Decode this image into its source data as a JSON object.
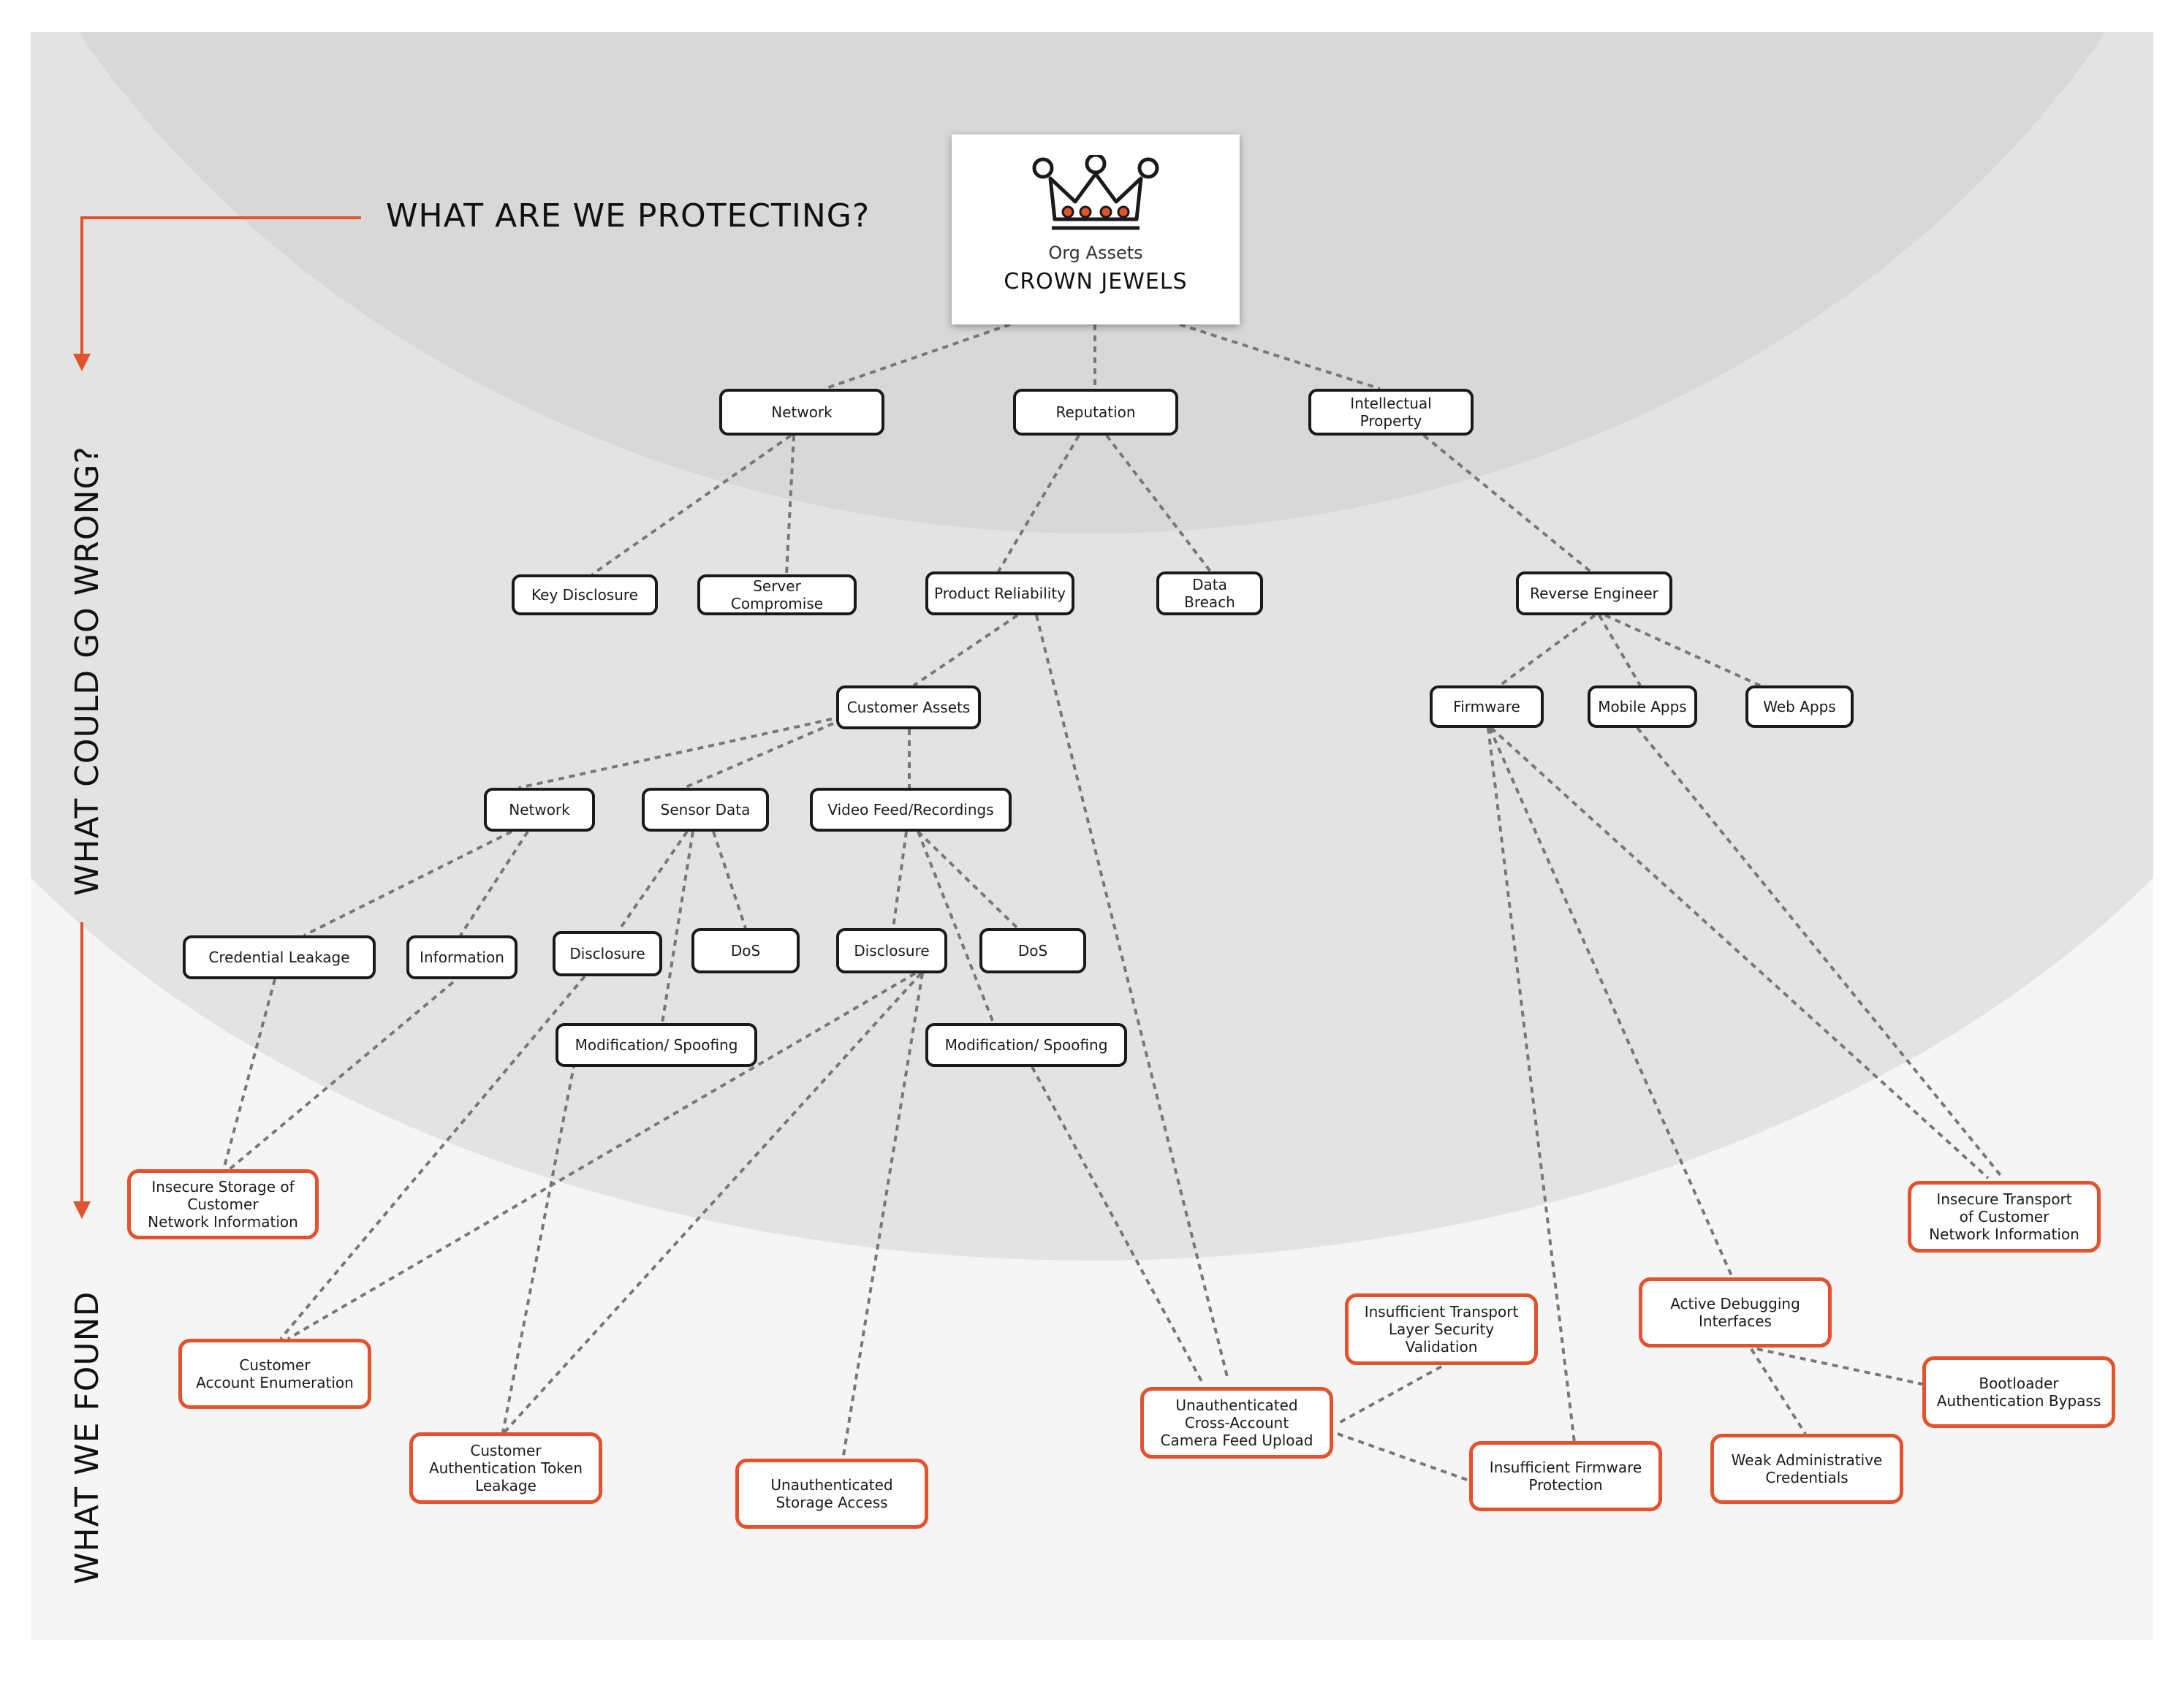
{
  "colors": {
    "band_outer": "#d8d8d8",
    "band_mid": "#e3e3e3",
    "band_inner": "#f5f5f5",
    "accent": "#e2522d",
    "node_border": "#1a1a1a",
    "edge": "#777777"
  },
  "headings": {
    "protecting": "WHAT ARE WE PROTECTING?",
    "wrong": "WHAT COULD GO WRONG?",
    "found": "WHAT WE FOUND"
  },
  "root": {
    "icon": "crown-icon",
    "subtitle": "Org Assets",
    "title": "CROWN JEWELS"
  },
  "nodes": {
    "network_top": "Network",
    "reputation": "Reputation",
    "ip": "Intellectual Property",
    "key_disclosure": "Key Disclosure",
    "server_compromise": "Server Compromise",
    "product_reliability": "Product Reliability",
    "data_breach": "Data Breach",
    "reverse_engineer": "Reverse Engineer",
    "customer_assets": "Customer Assets",
    "firmware": "Firmware",
    "mobile_apps": "Mobile Apps",
    "web_apps": "Web Apps",
    "network_ca": "Network",
    "sensor_data": "Sensor Data",
    "video_feed": "Video Feed/Recordings",
    "credential_leakage": "Credential Leakage",
    "information": "Information",
    "disclosure_sd": "Disclosure",
    "dos_sd": "DoS",
    "disclosure_vf": "Disclosure",
    "dos_vf": "DoS",
    "modification_sd": "Modification/ Spoofing",
    "modification_vf": "Modification/ Spoofing"
  },
  "findings": {
    "insecure_storage": "Insecure Storage of\nCustomer\nNetwork Information",
    "account_enum": "Customer\nAccount Enumeration",
    "auth_token": "Customer\nAuthentication Token\nLeakage",
    "unauth_storage": "Unauthenticated\nStorage Access",
    "cross_account": "Unauthenticated\nCross-Account\nCamera Feed Upload",
    "tls_validation": "Insufficient Transport\nLayer Security Validation",
    "fw_protection": "Insufficient Firmware\nProtection",
    "active_debug": "Active Debugging\nInterfaces",
    "weak_admin": "Weak Administrative\nCredentials",
    "bootloader": "Bootloader\nAuthentication Bypass",
    "insecure_transport": "Insecure Transport\nof Customer\nNetwork Information"
  }
}
